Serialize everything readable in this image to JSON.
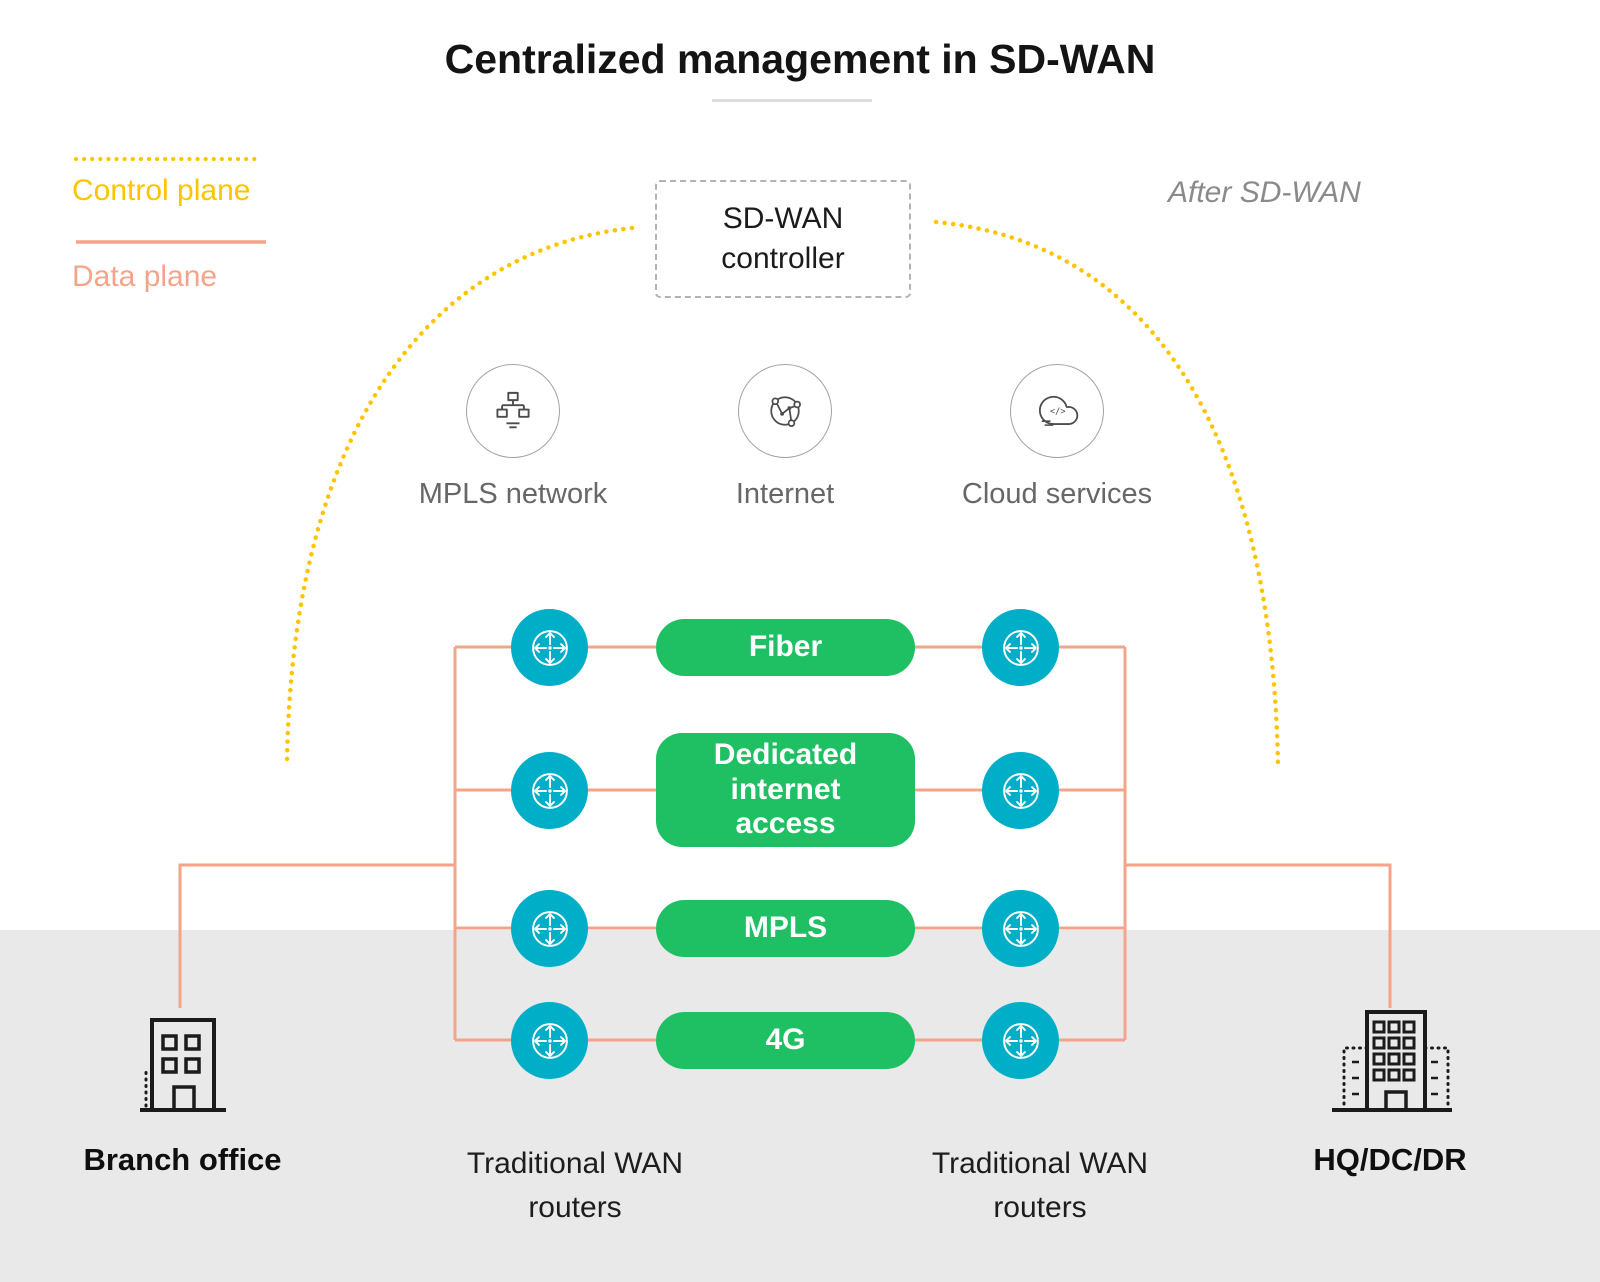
{
  "title": "Centralized management in SD-WAN",
  "legend": {
    "control_label": "Control plane",
    "data_label": "Data plane"
  },
  "after_label": "After SD-WAN",
  "controller_label": "SD-WAN controller",
  "services": [
    {
      "label": "MPLS network",
      "icon": "mpls-network-icon"
    },
    {
      "label": "Internet",
      "icon": "internet-icon"
    },
    {
      "label": "Cloud services",
      "icon": "cloud-services-icon"
    }
  ],
  "links": [
    {
      "label": "Fiber"
    },
    {
      "label": "Dedicated internet access"
    },
    {
      "label": "MPLS"
    },
    {
      "label": "4G"
    }
  ],
  "router_groups": [
    {
      "label": "Traditional WAN routers"
    },
    {
      "label": "Traditional WAN routers"
    }
  ],
  "sites": [
    {
      "label": "Branch office",
      "icon": "building-branch-icon"
    },
    {
      "label": "HQ/DC/DR",
      "icon": "building-hq-icon"
    }
  ],
  "colors": {
    "control_plane": "#FFC400",
    "data_plane": "#F5A48A",
    "router_node": "#00AEC8",
    "link_pill": "#1FBF63",
    "bottom_band": "#E9E9E9"
  }
}
